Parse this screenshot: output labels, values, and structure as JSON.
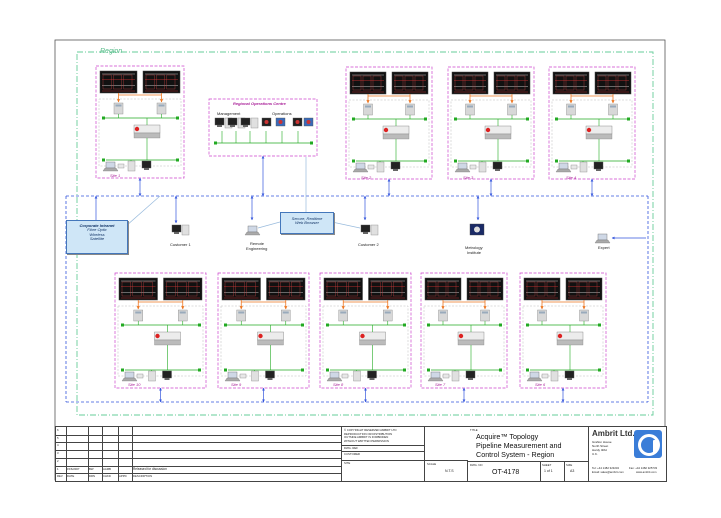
{
  "region_label": "Region",
  "roc": {
    "title": "Regional Operations Centre",
    "management": "Management",
    "operations": "Operations"
  },
  "sites": [
    {
      "id": "site1",
      "label": "Site 1"
    },
    {
      "id": "site2",
      "label": "Site 2"
    },
    {
      "id": "site3",
      "label": "Site 3"
    },
    {
      "id": "site4",
      "label": "Site 4"
    },
    {
      "id": "site10",
      "label": "Site 10"
    },
    {
      "id": "site9",
      "label": "Site 9"
    },
    {
      "id": "site8",
      "label": "Site 8"
    },
    {
      "id": "site7",
      "label": "Site 7"
    },
    {
      "id": "site6",
      "label": "Site 6"
    }
  ],
  "corporate": {
    "line1": "Corporate Intranet",
    "line2": "Fibre Optic",
    "line3": "Wireless",
    "line4": "Satellite"
  },
  "secure": {
    "line1": "Secure, Realtime",
    "line2": "Web Browser"
  },
  "nodes": {
    "customer1": "Customer 1",
    "remote_eng_1": "Remote",
    "remote_eng_2": "Engineering",
    "customer2": "Customer 2",
    "metrology_1": "Metrology",
    "metrology_2": "Institute",
    "expert": "Expert"
  },
  "controller_brand": "ambrit",
  "title_block": {
    "revisions": {
      "rows": [
        {
          "rev": "6",
          "date": "",
          "drn": "",
          "chkd": "",
          "appd": "",
          "desc": ""
        },
        {
          "rev": "5",
          "date": "",
          "drn": "",
          "chkd": "",
          "appd": "",
          "desc": ""
        },
        {
          "rev": "4",
          "date": "",
          "drn": "",
          "chkd": "",
          "appd": "",
          "desc": ""
        },
        {
          "rev": "3",
          "date": "",
          "drn": "",
          "chkd": "",
          "appd": "",
          "desc": ""
        },
        {
          "rev": "2",
          "date": "",
          "drn": "",
          "chkd": "",
          "appd": "",
          "desc": ""
        },
        {
          "rev": "1",
          "date": "15/6/2007",
          "drn": "BW",
          "chkd": "AAMB",
          "appd": "",
          "desc": "Released for discussion"
        }
      ],
      "headers": {
        "rev": "REV",
        "date": "DATE",
        "drn": "DRN",
        "chkd": "CHKD",
        "appd": "APPD",
        "desc": "DESCRIPTION"
      }
    },
    "copyright": [
      "© COPYRIGHT RESERVED AMBRIT LTD",
      "REPRODUCTION OR DISTRIBUTION",
      "OUTSIDE AMBRIT IS FORBIDDEN",
      "WITHOUT WRITTEN PERMISSION"
    ],
    "dwg_ref": "DWG. REF",
    "customer": "CUSTOMER",
    "site": "SITE",
    "scale_label": "SCALE",
    "scale_value": "N.T.S",
    "title_label": "TITLE",
    "title_lines": [
      "Acquire™ Topology",
      "Pipeline Measurement and",
      "Control System - Region"
    ],
    "dwg_no_label": "DWG. NO",
    "dwg_no": "OT-4178",
    "sheet_label": "SHEET",
    "sheet_value": "1 of 1",
    "size_label": "SIZE",
    "size_value": "A3",
    "company": "Ambrit Ltd.",
    "address": [
      "Grafton House",
      "North Street",
      "Hardy 4RH",
      "U.K."
    ],
    "tel": "Tel: +44 1482 323234",
    "fax": "Fax: +44 1482 325733",
    "email": "Email: sales@ambrit.com",
    "web": "www.ambrit.com"
  },
  "colors": {
    "region_border": "#66cc99",
    "site_border": "#cc44cc",
    "network": "#3355dd",
    "lan": "#22aa22",
    "serial": "#ee7722",
    "logo": "#3a7dd8"
  }
}
